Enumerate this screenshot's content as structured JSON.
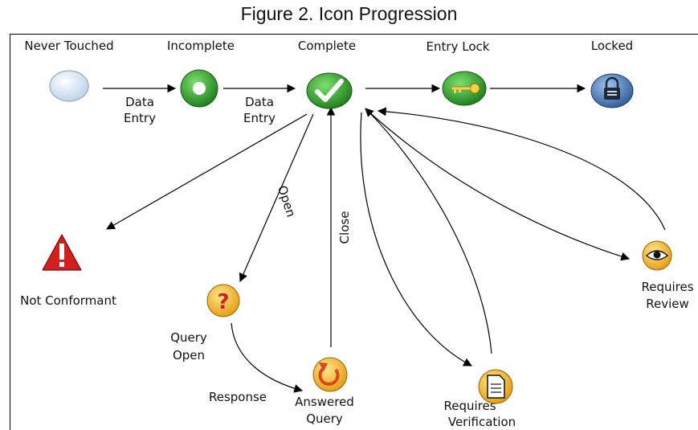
{
  "title": "Figure 2. Icon Progression",
  "states": {
    "never_touched": "Never Touched",
    "incomplete": "Incomplete",
    "complete": "Complete",
    "entry_lock": "Entry Lock",
    "locked": "Locked",
    "not_conformant": "Not Conformant",
    "query_open_1": "Query",
    "query_open_2": "Open",
    "answered_query_1": "Answered",
    "answered_query_2": "Query",
    "requires_verification_1": "Requires",
    "requires_verification_2": "Verification",
    "requires_review_1": "Requires",
    "requires_review_2": "Review"
  },
  "edges": {
    "data_entry_1_a": "Data",
    "data_entry_1_b": "Entry",
    "data_entry_2_a": "Data",
    "data_entry_2_b": "Entry",
    "open": "Open",
    "close": "Close",
    "response": "Response"
  },
  "icons": {
    "never_touched": "empty-oval-icon",
    "incomplete": "green-ring-icon",
    "complete": "green-checkmark-icon",
    "entry_lock": "green-key-icon",
    "locked": "blue-padlock-icon",
    "not_conformant": "red-warning-triangle-icon",
    "query_open": "yellow-question-icon",
    "answered_query": "yellow-circular-arrow-icon",
    "requires_verification": "yellow-document-icon",
    "requires_review": "yellow-eye-icon"
  },
  "colors": {
    "green": "#2e9a2a",
    "blue": "#3e6fa8",
    "red": "#d21f1f",
    "yellow": "#f4b52a"
  }
}
